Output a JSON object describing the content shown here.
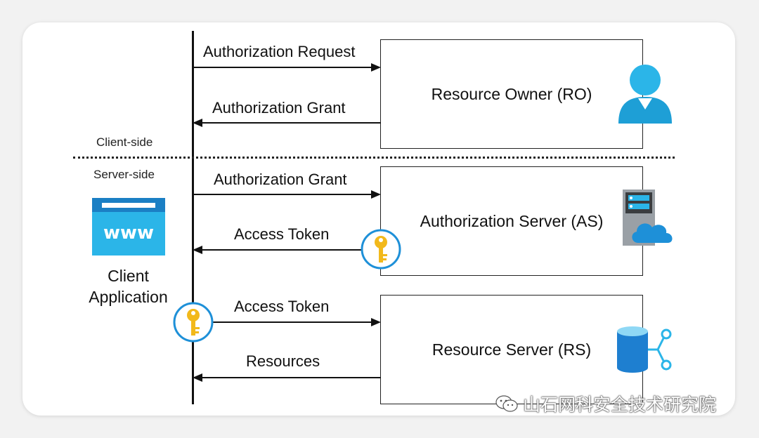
{
  "zones": {
    "client_side": "Client-side",
    "server_side": "Server-side"
  },
  "client": {
    "line1": "Client",
    "line2": "Application",
    "icon": "www",
    "icon_color": "#2bb5e8"
  },
  "parties": {
    "ro": "Resource Owner (RO)",
    "as": "Authorization Server (AS)",
    "rs": "Resource Server (RS)"
  },
  "messages": [
    {
      "label": "Authorization Request",
      "direction": "to-server"
    },
    {
      "label": "Authorization Grant",
      "direction": "to-client"
    },
    {
      "label": "Authorization Grant",
      "direction": "to-server"
    },
    {
      "label": "Access Token",
      "direction": "to-client"
    },
    {
      "label": "Access Token",
      "direction": "to-server"
    },
    {
      "label": "Resources",
      "direction": "to-client"
    }
  ],
  "icons": {
    "ro": "user-icon",
    "as": "server-cloud-icon",
    "rs": "database-share-icon",
    "key": "key-icon",
    "key_color": "#f2b91b",
    "accent": "#1e90d8"
  },
  "watermark": "山石网科安全技术研究院"
}
